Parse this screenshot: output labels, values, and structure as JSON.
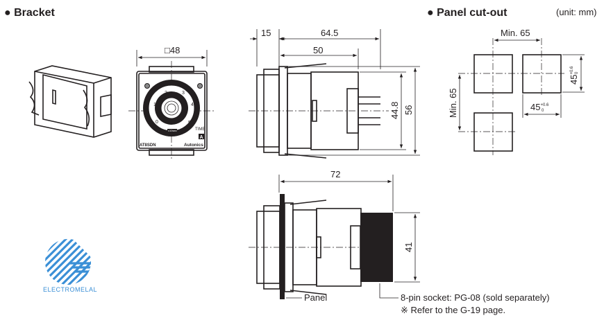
{
  "sections": {
    "bracket_title": "● Bracket",
    "panel_cutout_title": "● Panel cut-out",
    "unit_note": "(unit: mm)"
  },
  "front_view": {
    "width_dim": "□48",
    "dial_numbers": [
      "0",
      "1",
      "2",
      "3",
      "4",
      "5"
    ],
    "range_label": "x10sec",
    "model": "AT8SDN",
    "time_label": "TIME",
    "brand": "Autonics",
    "mode_badge": "A"
  },
  "side_view": {
    "dim_front": "15",
    "dim_total": "64.5",
    "dim_body": "50",
    "dim_inner_height": "44.8",
    "dim_height": "56"
  },
  "mounted_view": {
    "dim_total": "72",
    "dim_socket_height": "41",
    "panel_label": "Panel",
    "socket_note": "8-pin socket: PG-08 (sold separately)",
    "reference_note": "※ Refer to the G-19 page."
  },
  "panel_cutout": {
    "min_horizontal": "Min. 65",
    "min_vertical": "Min. 65",
    "cut_size": "45",
    "tolerance_upper": "+0.6",
    "tolerance_lower": "0"
  },
  "logo": {
    "text": "ELECTROMELAL",
    "color": "#3a8fd6"
  }
}
